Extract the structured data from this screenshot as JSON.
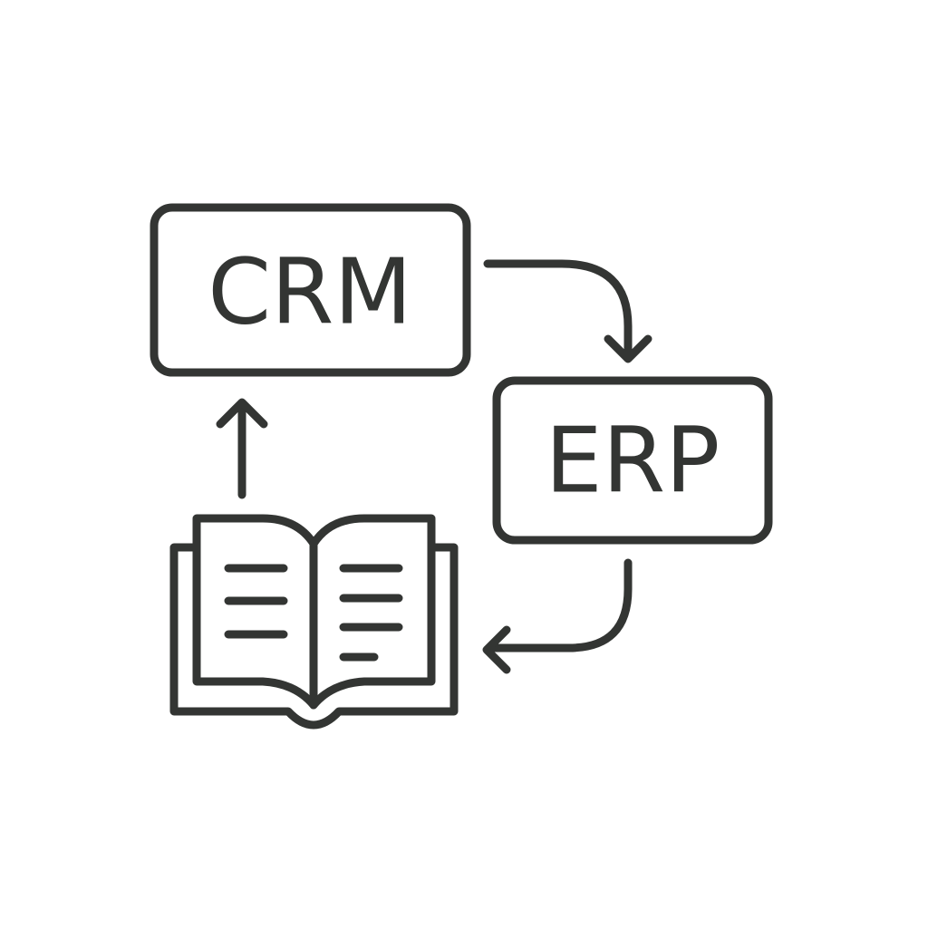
{
  "diagram": {
    "nodes": [
      {
        "id": "crm",
        "label": "CRM"
      },
      {
        "id": "erp",
        "label": "ERP"
      },
      {
        "id": "book",
        "label": "",
        "icon": "open-book-icon"
      }
    ],
    "edges": [
      {
        "from": "crm",
        "to": "erp"
      },
      {
        "from": "erp",
        "to": "book"
      },
      {
        "from": "book",
        "to": "crm"
      }
    ],
    "colors": {
      "stroke": "#333533",
      "background": "#ffffff"
    }
  }
}
